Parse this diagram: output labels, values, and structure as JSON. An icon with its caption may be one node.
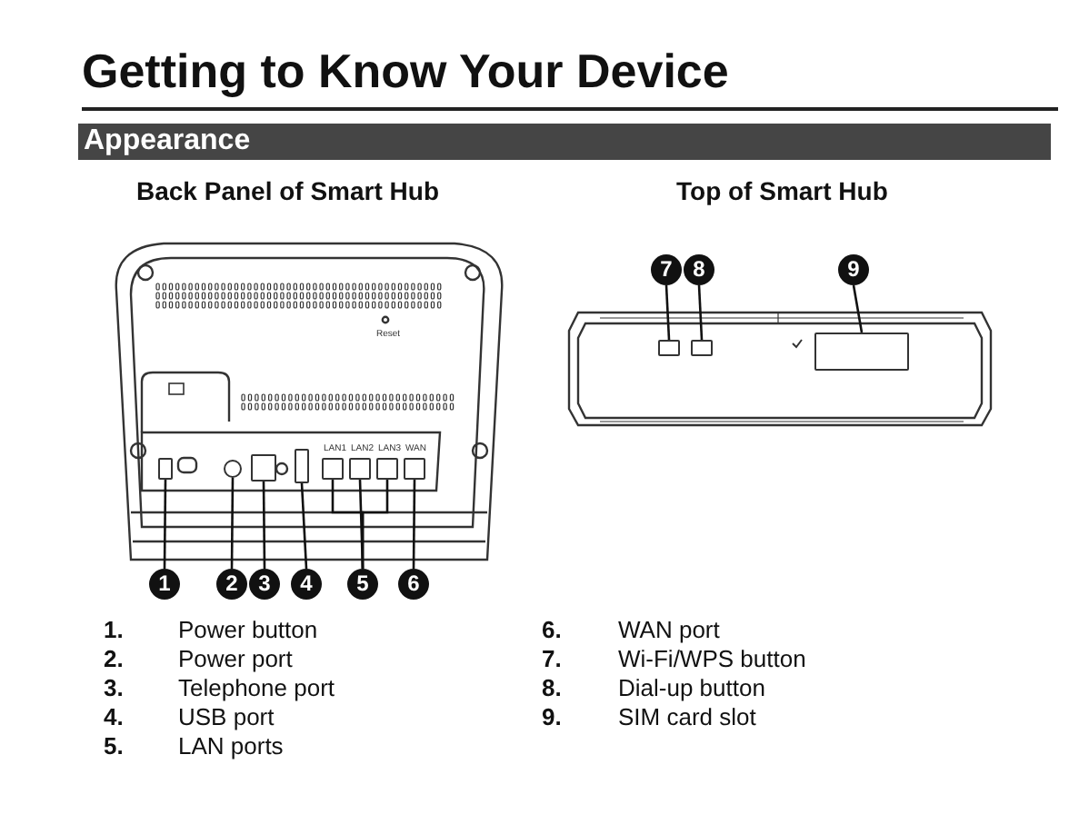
{
  "diagram": {
    "title": "Getting to Know Your Device",
    "nodes": [
      {
        "text": [
          "1"
        ]
      },
      {
        "text": [
          "2"
        ]
      },
      {
        "text": [
          "3"
        ]
      },
      {
        "text": [
          "4"
        ]
      },
      {
        "text": [
          "5"
        ]
      },
      {
        "text": [
          "6"
        ]
      },
      {
        "text": [
          "7"
        ]
      },
      {
        "text": [
          "8"
        ]
      },
      {
        "text": [
          "9"
        ]
      },
      {
        "text": [],
        "shape": "box"
      },
      {
        "text": [],
        "shape": "circle"
      },
      {
        "text": [],
        "shape": "box"
      },
      {
        "text": [],
        "shape": "box"
      },
      {
        "text": [],
        "shape": "box"
      },
      {
        "text": [],
        "shape": "box"
      },
      {
        "text": [],
        "shape": "box"
      },
      {
        "text": [],
        "shape": "box"
      },
      {
        "text": [],
        "shape": "box"
      },
      {
        "text": [],
        "shape": "box"
      },
      {
        "text": [],
        "shape": "box"
      }
    ],
    "edges": [
      {
        "from": 0,
        "to": 9,
        "arrow": "none"
      },
      {
        "from": 1,
        "to": 10,
        "arrow": "none"
      },
      {
        "from": 2,
        "to": 11,
        "arrow": "none"
      },
      {
        "from": 3,
        "to": 12,
        "arrow": "none"
      },
      {
        "from": 4,
        "to": 13,
        "arrow": "none"
      },
      {
        "from": 4,
        "to": 14,
        "arrow": "none"
      },
      {
        "from": 4,
        "to": 15,
        "arrow": "none"
      },
      {
        "from": 5,
        "to": 16,
        "arrow": "none"
      },
      {
        "from": 6,
        "to": 17,
        "arrow": "none"
      },
      {
        "from": 7,
        "to": 18,
        "arrow": "none"
      },
      {
        "from": 8,
        "to": 19,
        "arrow": "none"
      }
    ],
    "labels": [
      "Appearance",
      "Back Panel of Smart Hub",
      "Top of Smart Hub",
      "Reset",
      "LAN1",
      "LAN2",
      "LAN3",
      "WAN",
      "1.",
      "Power button",
      "6.",
      "WAN port",
      "2.",
      "Power port",
      "7.",
      "Wi-Fi/WPS button",
      "3.",
      "Telephone port",
      "8.",
      "Dial-up button",
      "4.",
      "USB port",
      "9.",
      "SIM card slot",
      "5.",
      "LAN ports"
    ]
  }
}
